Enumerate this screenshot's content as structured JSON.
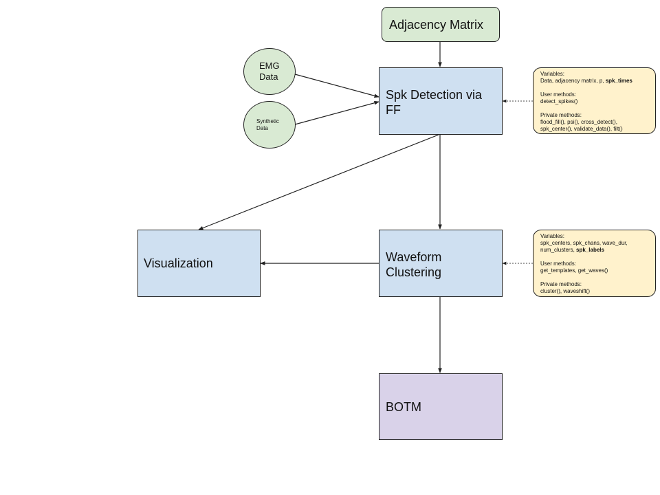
{
  "nodes": {
    "adjacency": "Adjacency Matrix",
    "spk_detection": "Spk Detection via FF",
    "emg": "EMG Data",
    "synthetic": "Synthetic Data",
    "visualization": "Visualization",
    "waveform": "Waveform Clustering",
    "botm": "BOTM"
  },
  "notes": {
    "detection": {
      "variables_title": "Variables:",
      "variables_text": "Data, adjacency matrix, p, ",
      "variables_bold": "spk_times",
      "user_title": "User methods:",
      "user_text": "detect_spikes()",
      "private_title": "Private methods:",
      "private_line1": "flood_fill(), psi(), cross_detect(),",
      "private_line2": "spk_center(), validate_data(), filt()"
    },
    "clustering": {
      "variables_title": "Variables:",
      "variables_line1": "spk_centers, spk_chans, wave_dur,",
      "variables_text": "num_clusters, ",
      "variables_bold": "spk_labels",
      "user_title": "User methods:",
      "user_text": "get_templates, get_waves()",
      "private_title": "Private methods:",
      "private_text": "cluster(), waveshift()"
    }
  },
  "colors": {
    "blue": "#cfe0f1",
    "green": "#d9ead3",
    "purple": "#d9d2e9",
    "yellow": "#fff2cc"
  }
}
